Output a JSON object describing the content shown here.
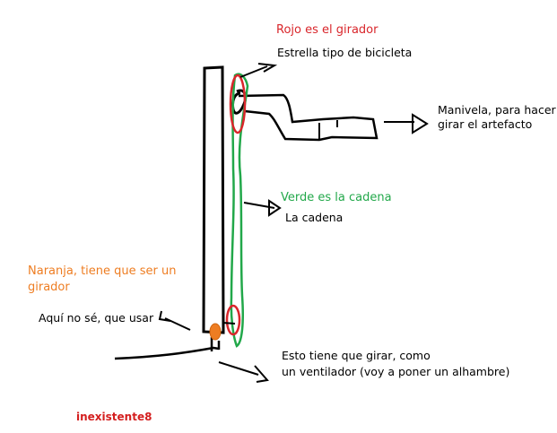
{
  "labels": {
    "red_note": "Rojo es el girador",
    "sprocket": "Estrella tipo de bicicleta",
    "crank_line1": "Manivela, para hacer",
    "crank_line2": "girar el artefacto",
    "green_note": "Verde es la cadena",
    "chain": "La cadena",
    "orange_line1": "Naranja, tiene que ser un",
    "orange_line2": "girador",
    "unknown": "Aquí no sé, que usar",
    "fan_line1": "Esto tiene que girar, como",
    "fan_line2": "un ventilador  (voy a poner un alhambre)",
    "signature": "inexistente8"
  },
  "colors": {
    "ink": "#000000",
    "red": "#d9262b",
    "green": "#22a84a",
    "orange": "#ee7d22",
    "signature": "#d41f1f"
  }
}
